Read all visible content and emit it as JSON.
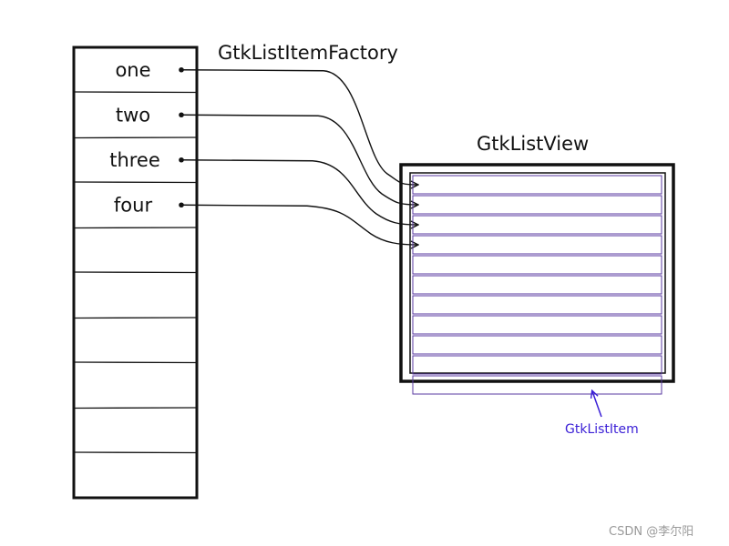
{
  "list_model": {
    "items": [
      "one",
      "two",
      "three",
      "four",
      "",
      "",
      "",
      "",
      "",
      ""
    ]
  },
  "labels": {
    "factory": "GtkListItemFactory",
    "list_view": "GtkListView",
    "list_item": "GtkListItem"
  },
  "list_view": {
    "row_count": 10
  },
  "watermark": "CSDN @李尔阳",
  "colors": {
    "stroke": "#111111",
    "list_item_stroke": "#5a3aa0",
    "annotation": "#3a1fd6",
    "watermark": "#9a9a9a"
  }
}
